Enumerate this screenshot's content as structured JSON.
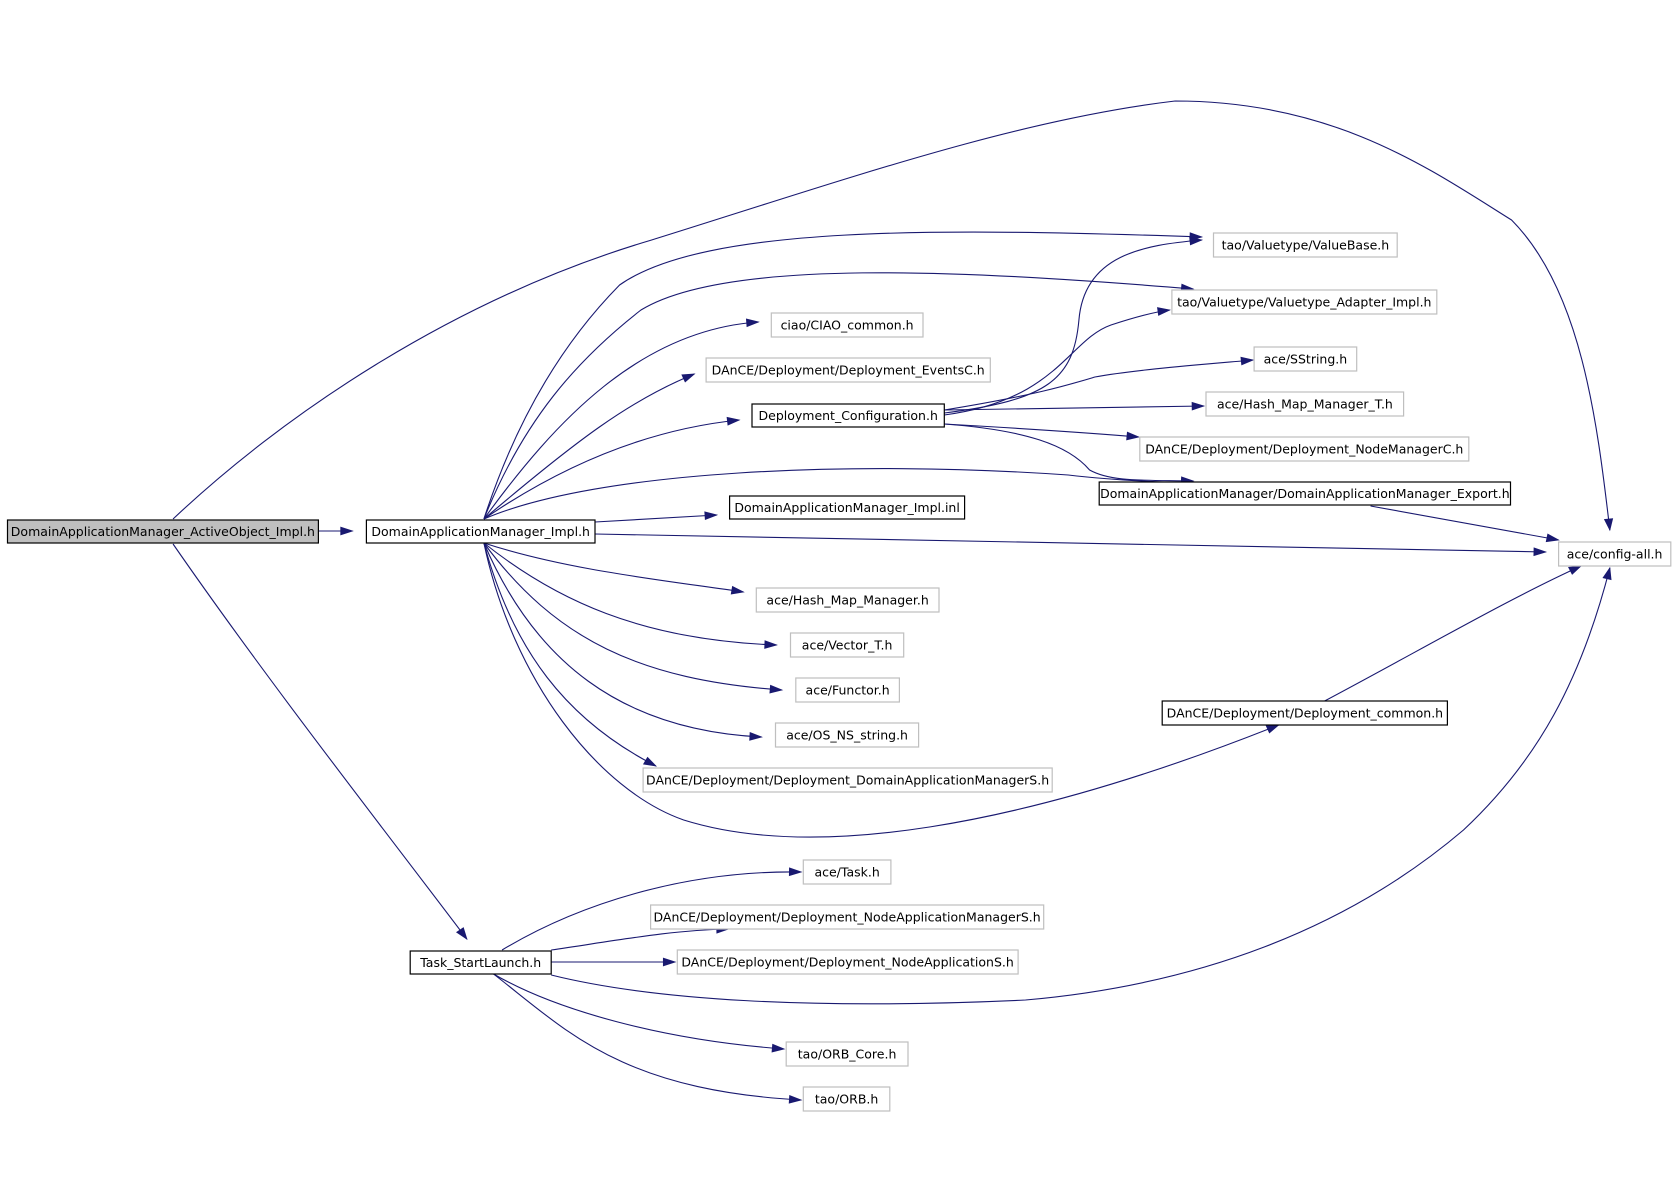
{
  "diagram": {
    "nodes": [
      {
        "id": "root",
        "label": "DomainApplicationManager_ActiveObject_Impl.h",
        "style": "root"
      },
      {
        "id": "impl",
        "label": "DomainApplicationManager_Impl.h",
        "style": "solid"
      },
      {
        "id": "task",
        "label": "Task_StartLaunch.h",
        "style": "solid"
      },
      {
        "id": "config",
        "label": "ace/config-all.h",
        "style": "light"
      },
      {
        "id": "valuebase",
        "label": "tao/Valuetype/ValueBase.h",
        "style": "light"
      },
      {
        "id": "vtadapter",
        "label": "tao/Valuetype/Valuetype_Adapter_Impl.h",
        "style": "light"
      },
      {
        "id": "ciao",
        "label": "ciao/CIAO_common.h",
        "style": "light"
      },
      {
        "id": "eventsc",
        "label": "DAnCE/Deployment/Deployment_EventsC.h",
        "style": "light"
      },
      {
        "id": "depconf",
        "label": "Deployment_Configuration.h",
        "style": "solid"
      },
      {
        "id": "sstring",
        "label": "ace/SString.h",
        "style": "light"
      },
      {
        "id": "hmmt",
        "label": "ace/Hash_Map_Manager_T.h",
        "style": "light"
      },
      {
        "id": "nodemgrc",
        "label": "DAnCE/Deployment/Deployment_NodeManagerC.h",
        "style": "light"
      },
      {
        "id": "export",
        "label": "DomainApplicationManager/DomainApplicationManager_Export.h",
        "style": "solid"
      },
      {
        "id": "inl",
        "label": "DomainApplicationManager_Impl.inl",
        "style": "solid"
      },
      {
        "id": "hmm",
        "label": "ace/Hash_Map_Manager.h",
        "style": "light"
      },
      {
        "id": "vector",
        "label": "ace/Vector_T.h",
        "style": "light"
      },
      {
        "id": "functor",
        "label": "ace/Functor.h",
        "style": "light"
      },
      {
        "id": "osns",
        "label": "ace/OS_NS_string.h",
        "style": "light"
      },
      {
        "id": "common",
        "label": "DAnCE/Deployment/Deployment_common.h",
        "style": "solid"
      },
      {
        "id": "damgrs",
        "label": "DAnCE/Deployment/Deployment_DomainApplicationManagerS.h",
        "style": "light"
      },
      {
        "id": "acetask",
        "label": "ace/Task.h",
        "style": "light"
      },
      {
        "id": "namgrs",
        "label": "DAnCE/Deployment/Deployment_NodeApplicationManagerS.h",
        "style": "light"
      },
      {
        "id": "nas",
        "label": "DAnCE/Deployment/Deployment_NodeApplicationS.h",
        "style": "light"
      },
      {
        "id": "orbcore",
        "label": "tao/ORB_Core.h",
        "style": "light"
      },
      {
        "id": "orb",
        "label": "tao/ORB.h",
        "style": "light"
      }
    ],
    "edges": [
      {
        "from": "root",
        "to": "impl"
      },
      {
        "from": "root",
        "to": "config"
      },
      {
        "from": "root",
        "to": "task"
      },
      {
        "from": "impl",
        "to": "valuebase"
      },
      {
        "from": "impl",
        "to": "vtadapter"
      },
      {
        "from": "impl",
        "to": "ciao"
      },
      {
        "from": "impl",
        "to": "eventsc"
      },
      {
        "from": "impl",
        "to": "depconf"
      },
      {
        "from": "impl",
        "to": "export"
      },
      {
        "from": "impl",
        "to": "inl"
      },
      {
        "from": "impl",
        "to": "config"
      },
      {
        "from": "impl",
        "to": "hmm"
      },
      {
        "from": "impl",
        "to": "vector"
      },
      {
        "from": "impl",
        "to": "functor"
      },
      {
        "from": "impl",
        "to": "osns"
      },
      {
        "from": "impl",
        "to": "damgrs"
      },
      {
        "from": "impl",
        "to": "common"
      },
      {
        "from": "depconf",
        "to": "valuebase"
      },
      {
        "from": "depconf",
        "to": "vtadapter"
      },
      {
        "from": "depconf",
        "to": "sstring"
      },
      {
        "from": "depconf",
        "to": "hmmt"
      },
      {
        "from": "depconf",
        "to": "nodemgrc"
      },
      {
        "from": "depconf",
        "to": "export"
      },
      {
        "from": "export",
        "to": "config"
      },
      {
        "from": "common",
        "to": "config"
      },
      {
        "from": "task",
        "to": "acetask"
      },
      {
        "from": "task",
        "to": "namgrs"
      },
      {
        "from": "task",
        "to": "nas"
      },
      {
        "from": "task",
        "to": "config"
      },
      {
        "from": "task",
        "to": "orbcore"
      },
      {
        "from": "task",
        "to": "orb"
      }
    ],
    "colors": {
      "edge": "#191970",
      "root_fill": "#bfbfbf",
      "solid_border": "#000000",
      "light_border": "#bfbfbf"
    }
  }
}
